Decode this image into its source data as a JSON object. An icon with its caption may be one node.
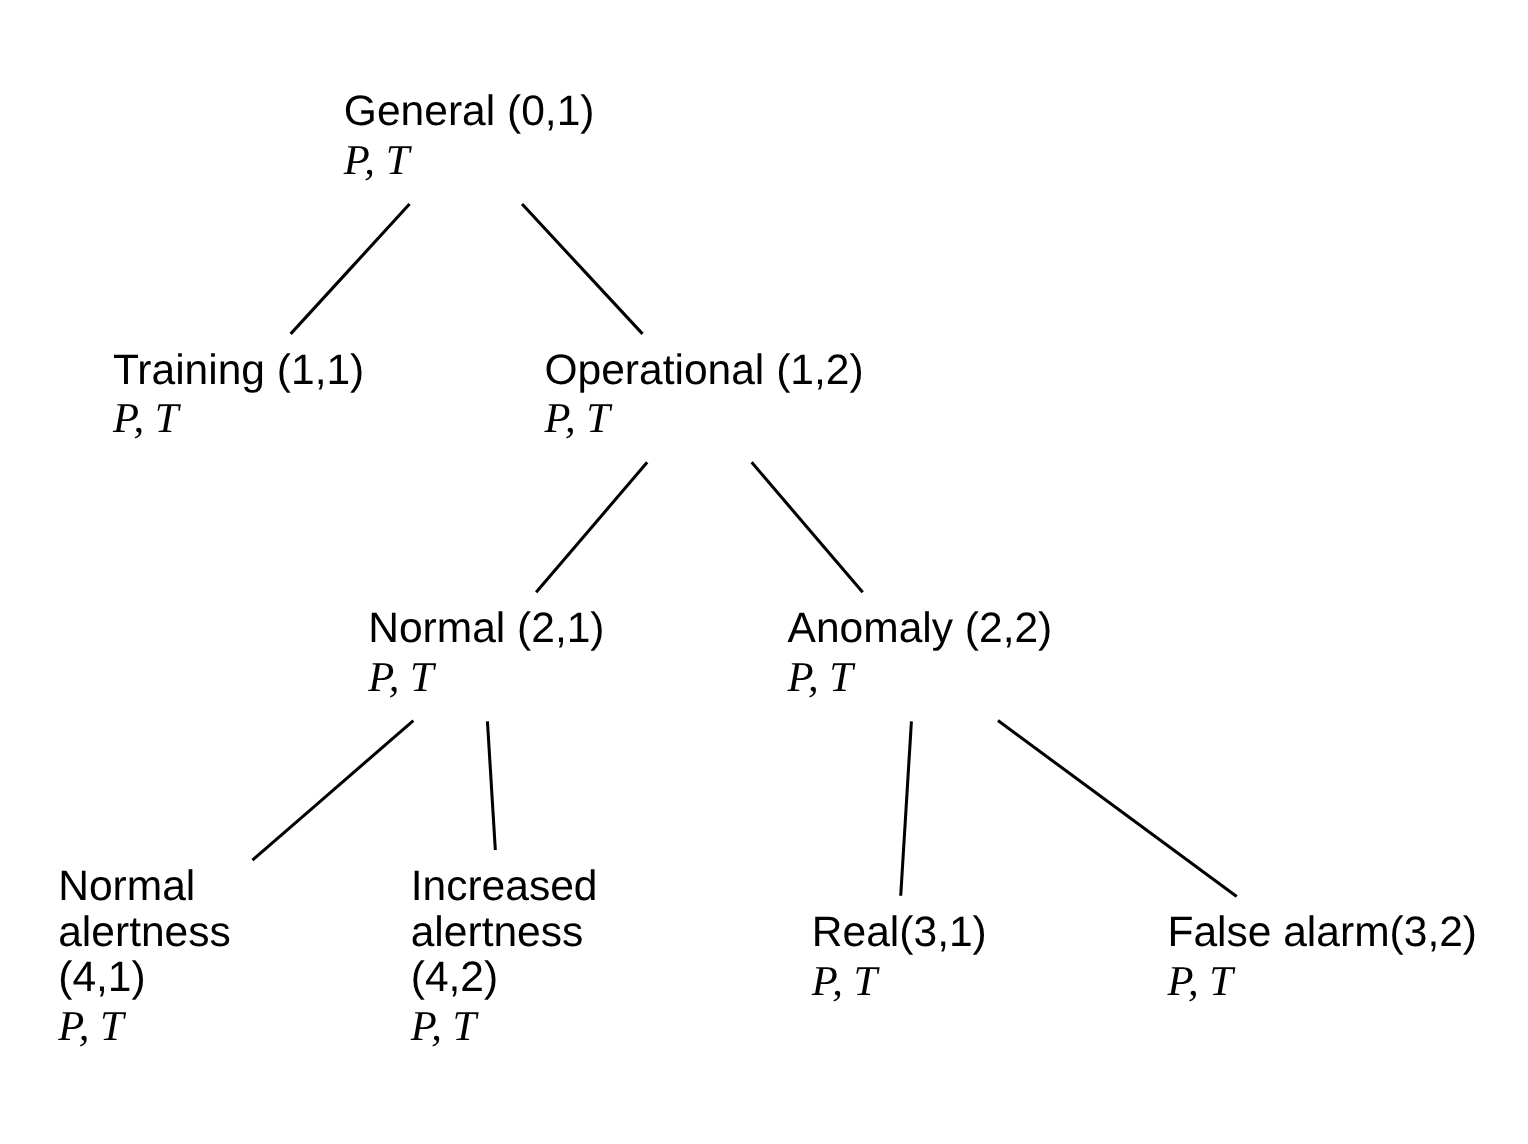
{
  "diagram": {
    "nodes": [
      {
        "text": [
          "General (0,1)",
          "P, T"
        ]
      },
      {
        "text": [
          "Training (1,1)",
          "P, T"
        ]
      },
      {
        "text": [
          "Operational (1,2)",
          "P, T"
        ]
      },
      {
        "text": [
          "Normal (2,1)",
          "P, T"
        ]
      },
      {
        "text": [
          "Anomaly (2,2)",
          "P, T"
        ]
      },
      {
        "text": [
          "Real(3,1)",
          "P, T"
        ]
      },
      {
        "text": [
          "False alarm(3,2)",
          "P, T"
        ]
      },
      {
        "text": [
          "Normal alertness (4,1)",
          "P, T"
        ]
      },
      {
        "text": [
          "Increased alertness (4,2)",
          "P, T"
        ]
      }
    ],
    "edges": [
      {
        "from": 0,
        "to": 1,
        "arrow": "none"
      },
      {
        "from": 0,
        "to": 2,
        "arrow": "none"
      },
      {
        "from": 2,
        "to": 3,
        "arrow": "none"
      },
      {
        "from": 2,
        "to": 4,
        "arrow": "none"
      },
      {
        "from": 3,
        "to": 7,
        "arrow": "none"
      },
      {
        "from": 3,
        "to": 8,
        "arrow": "none"
      },
      {
        "from": 4,
        "to": 5,
        "arrow": "none"
      },
      {
        "from": 4,
        "to": 6,
        "arrow": "none"
      }
    ]
  }
}
